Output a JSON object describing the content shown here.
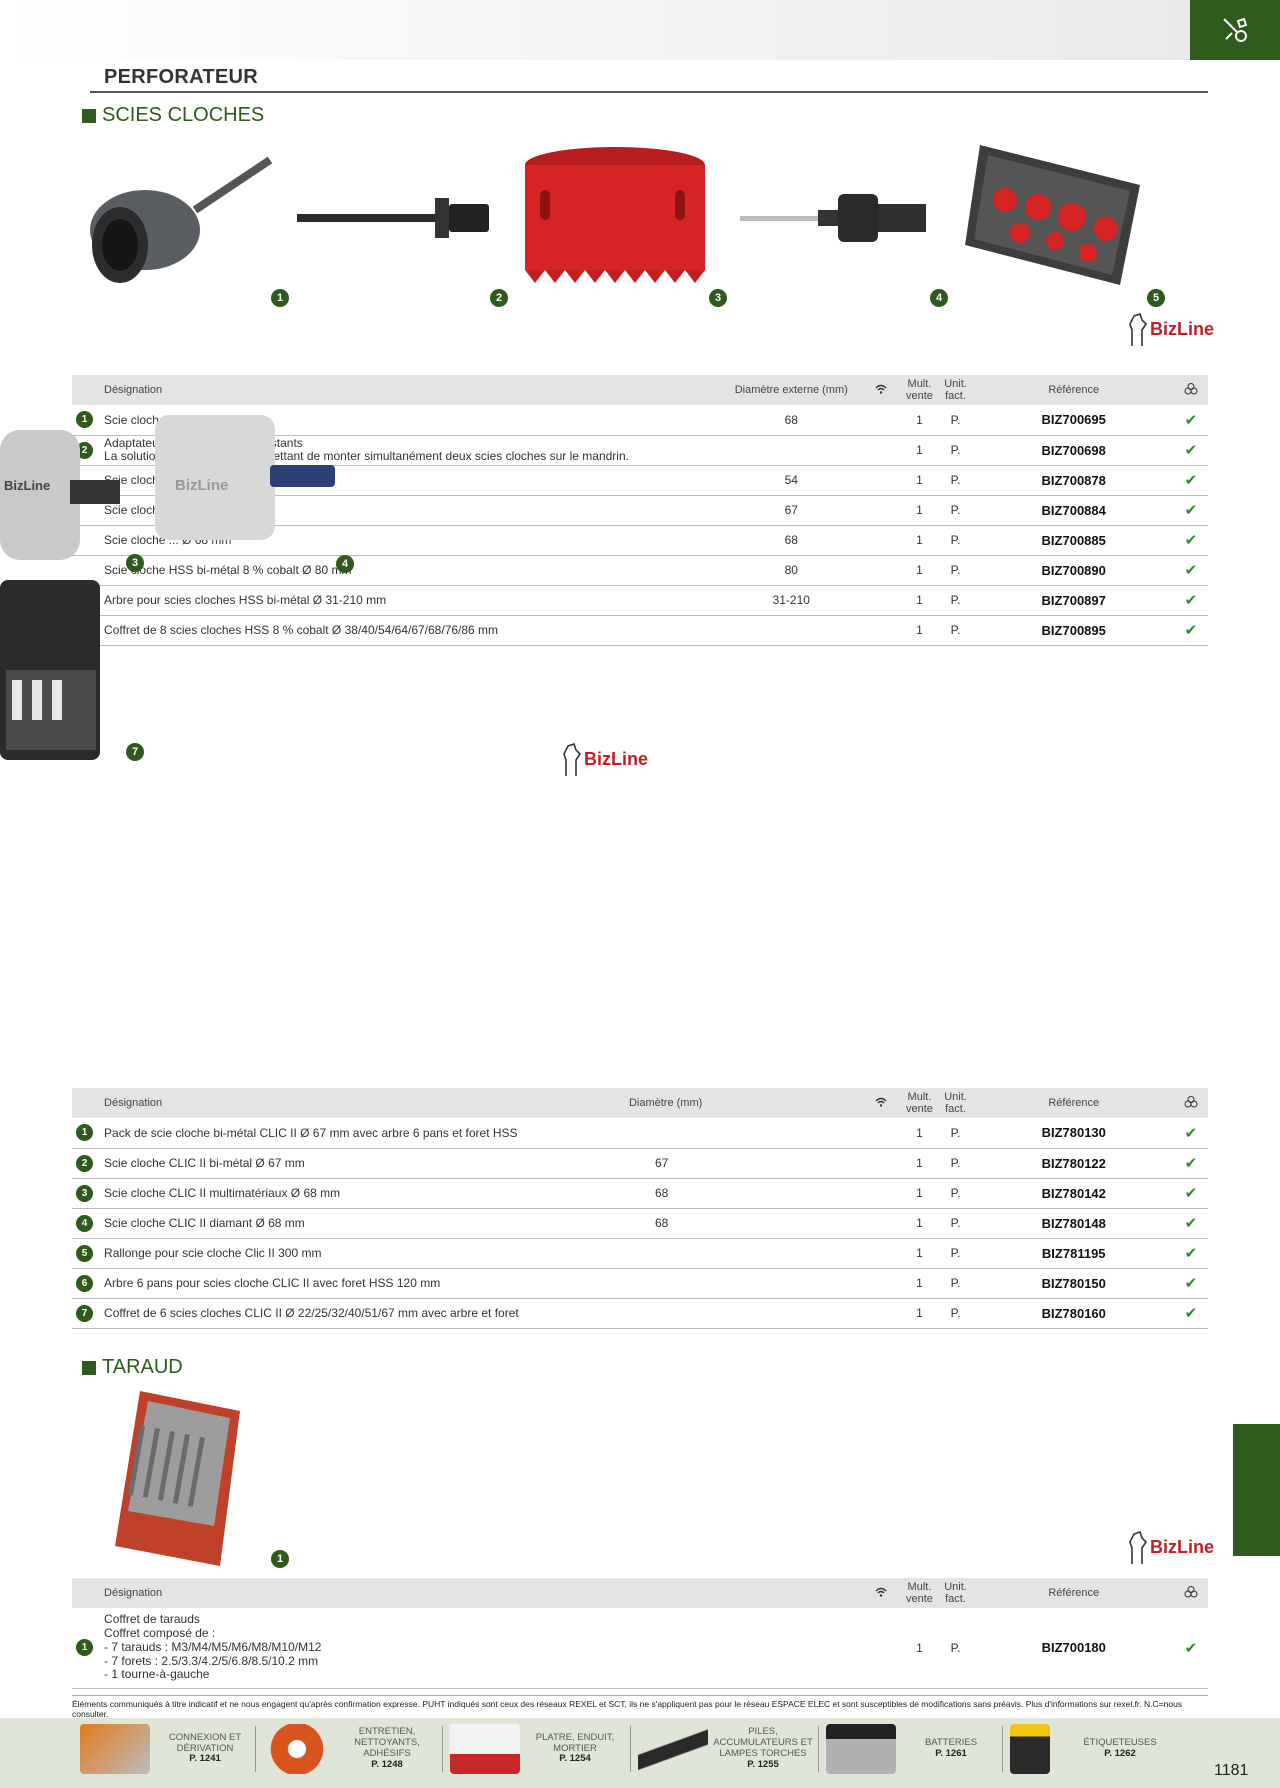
{
  "header": {
    "title": "PERFORATEUR"
  },
  "sections": {
    "scies": "SCIES CLOCHES",
    "taraud": "TARAUD"
  },
  "brand": {
    "name": "BizLine"
  },
  "badges": {
    "top": [
      "1",
      "2",
      "3",
      "4",
      "5"
    ],
    "overlay": [
      "3",
      "4",
      "7"
    ],
    "taraud": [
      "1"
    ]
  },
  "table1": {
    "headers": {
      "designation": "Désignation",
      "diam": "Diamètre externe (mm)",
      "mult": "Mult. vente",
      "unit": "Unit. fact.",
      "ref": "Référence"
    },
    "rows": [
      {
        "n": "1",
        "designation": "Scie cloche ... 290 mm",
        "diam": "68",
        "mult": "1",
        "unit": "P.",
        "ref": "BIZ700695"
      },
      {
        "n": "2",
        "designation": "Adaptateur ... argir les trous existants",
        "designation2": "La solution ... existants en permettant de monter simultanément deux scies cloches sur le mandrin.",
        "diam": "",
        "mult": "1",
        "unit": "P.",
        "ref": "BIZ700698"
      },
      {
        "n": "",
        "designation": "Scie cloche",
        "diam": "54",
        "mult": "1",
        "unit": "P.",
        "ref": "BIZ700878"
      },
      {
        "n": "",
        "designation": "Scie cloche ... 67 mm",
        "diam": "67",
        "mult": "1",
        "unit": "P.",
        "ref": "BIZ700884"
      },
      {
        "n": "",
        "designation": "Scie cloche ... Ø 68 mm",
        "diam": "68",
        "mult": "1",
        "unit": "P.",
        "ref": "BIZ700885"
      },
      {
        "n": "",
        "designation": "Scie cloche HSS bi-métal 8 % cobalt Ø 80 mm",
        "diam": "80",
        "mult": "1",
        "unit": "P.",
        "ref": "BIZ700890"
      },
      {
        "n": "",
        "designation": "Arbre pour scies cloches HSS bi-métal Ø 31-210 mm",
        "diam": "31-210",
        "mult": "1",
        "unit": "P.",
        "ref": "BIZ700897"
      },
      {
        "n": "",
        "designation": "Coffret de 8 scies cloches HSS 8 % cobalt Ø 38/40/54/64/67/68/76/86 mm",
        "diam": "",
        "mult": "1",
        "unit": "P.",
        "ref": "BIZ700895"
      }
    ]
  },
  "table2": {
    "headers": {
      "designation": "Désignation",
      "diam": "Diamètre (mm)",
      "mult": "Mult. vente",
      "unit": "Unit. fact.",
      "ref": "Référence"
    },
    "rows": [
      {
        "n": "1",
        "designation": "Pack de scie cloche bi-métal CLIC II Ø 67 mm avec arbre 6 pans et foret HSS",
        "diam": "",
        "mult": "1",
        "unit": "P.",
        "ref": "BIZ780130"
      },
      {
        "n": "2",
        "designation": "Scie cloche CLIC II bi-métal Ø 67 mm",
        "diam": "67",
        "mult": "1",
        "unit": "P.",
        "ref": "BIZ780122"
      },
      {
        "n": "3",
        "designation": "Scie cloche CLIC II multimatériaux Ø 68 mm",
        "diam": "68",
        "mult": "1",
        "unit": "P.",
        "ref": "BIZ780142"
      },
      {
        "n": "4",
        "designation": "Scie cloche CLIC II diamant Ø 68 mm",
        "diam": "68",
        "mult": "1",
        "unit": "P.",
        "ref": "BIZ780148"
      },
      {
        "n": "5",
        "designation": "Rallonge pour scie cloche Clic II 300 mm",
        "diam": "",
        "mult": "1",
        "unit": "P.",
        "ref": "BIZ781195"
      },
      {
        "n": "6",
        "designation": "Arbre 6 pans pour scies cloche CLIC II avec foret HSS 120 mm",
        "diam": "",
        "mult": "1",
        "unit": "P.",
        "ref": "BIZ780150"
      },
      {
        "n": "7",
        "designation": "Coffret de 6 scies cloches CLIC II Ø 22/25/32/40/51/67 mm avec arbre et foret",
        "diam": "",
        "mult": "1",
        "unit": "P.",
        "ref": "BIZ780160"
      }
    ]
  },
  "table3": {
    "headers": {
      "designation": "Désignation",
      "mult": "Mult. vente",
      "unit": "Unit. fact.",
      "ref": "Référence"
    },
    "row": {
      "n": "1",
      "lines": [
        "Coffret de tarauds",
        "Coffret composé de :",
        "- 7 tarauds : M3/M4/M5/M6/M8/M10/M12",
        "- 7 forets : 2.5/3.3/4.2/5/6.8/8.5/10.2 mm",
        "- 1 tourne-à-gauche"
      ],
      "mult": "1",
      "unit": "P.",
      "ref": "BIZ700180"
    }
  },
  "footnote": "Éléments communiqués à titre indicatif et ne nous engagent qu'après confirmation expresse. PUHT indiqués sont ceux des réseaux REXEL et SCT, ils ne s'appliquent pas pour le réseau ESPACE ELEC et sont susceptibles de modifications sans préavis. Plus d'informations sur rexel.fr. N.C=nous consulter.",
  "bottom_strip": [
    {
      "label": "CONNEXION ET DÉRIVATION",
      "page": "P. 1241"
    },
    {
      "label": "ENTRETIEN, NETTOYANTS, ADHÉSIFS",
      "page": "P. 1248"
    },
    {
      "label": "PLATRE, ENDUIT, MORTIER",
      "page": "P. 1254"
    },
    {
      "label": "PILES, ACCUMULATEURS ET LAMPES TORCHES",
      "page": "P. 1255"
    },
    {
      "label": "BATTERIES",
      "page": "P. 1261"
    },
    {
      "label": "ÉTIQUETEUSES",
      "page": "P. 1262"
    }
  ],
  "page_number": "1181",
  "colors": {
    "accent": "#2e5a1c",
    "brand_red": "#c41e24",
    "check": "#2e8b2e"
  }
}
